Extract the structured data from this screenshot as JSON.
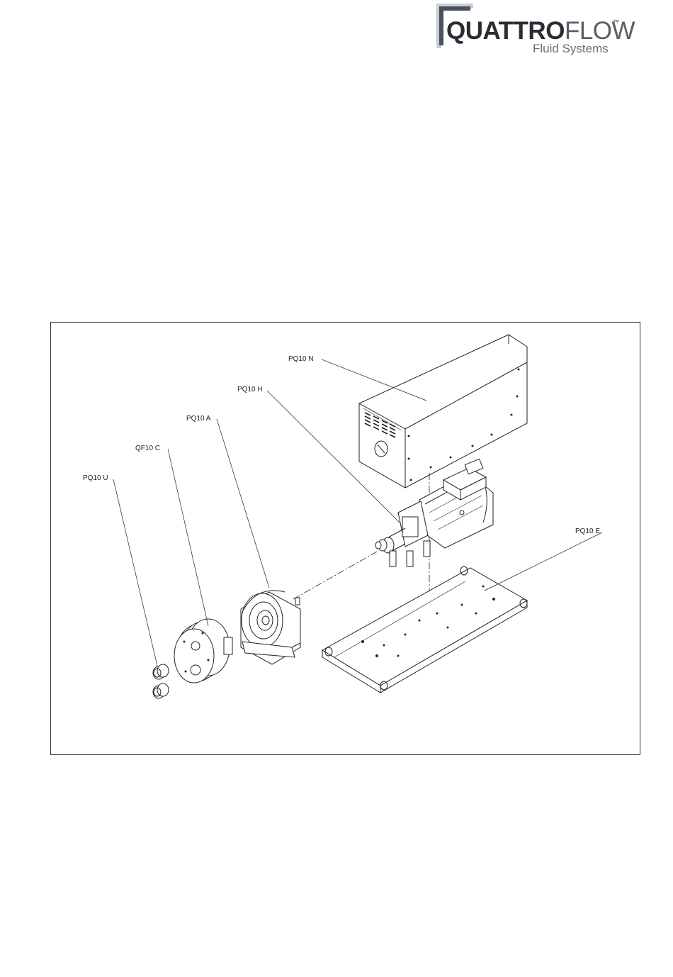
{
  "brand": {
    "name_bold": "QUATTRO",
    "name_light": "FLOW",
    "trademark": "™",
    "subtitle": "Fluid Systems",
    "colors": {
      "mark_dark": "#4a5060",
      "mark_light": "#c9ccd3"
    }
  },
  "diagram": {
    "callouts": [
      {
        "id": "pq10n",
        "label": "PQ10 N"
      },
      {
        "id": "pq10h",
        "label": "PQ10 H"
      },
      {
        "id": "pq10a",
        "label": "PQ10 A"
      },
      {
        "id": "qf10c",
        "label": "QF10 C"
      },
      {
        "id": "pq10u",
        "label": "PQ10 U"
      },
      {
        "id": "pq10e",
        "label": "PQ10  E"
      }
    ]
  }
}
